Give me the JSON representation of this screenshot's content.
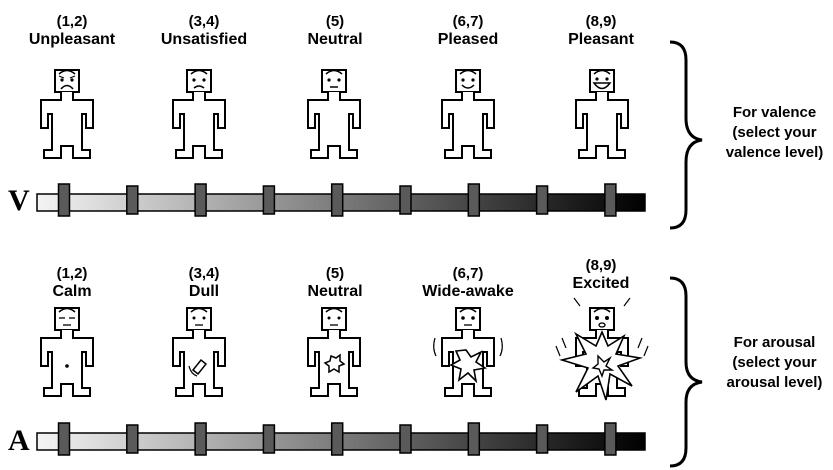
{
  "valence": {
    "scale_letter": "V",
    "side_label": [
      "For valence",
      "(select your",
      "valence level)"
    ],
    "items": [
      {
        "level": "(1,2)",
        "name": "Unpleasant",
        "face": "frown"
      },
      {
        "level": "(3,4)",
        "name": "Unsatisfied",
        "face": "slight-frown"
      },
      {
        "level": "(5)",
        "name": "Neutral",
        "face": "neutral"
      },
      {
        "level": "(6,7)",
        "name": "Pleased",
        "face": "smile"
      },
      {
        "level": "(8,9)",
        "name": "Pleasant",
        "face": "big-smile"
      }
    ],
    "slider_positions": 9
  },
  "arousal": {
    "scale_letter": "A",
    "side_label": [
      "For arousal",
      "(select your",
      "arousal level)"
    ],
    "items": [
      {
        "level": "(1,2)",
        "name": "Calm",
        "face": "sleepy"
      },
      {
        "level": "(3,4)",
        "name": "Dull",
        "face": "neutral"
      },
      {
        "level": "(5)",
        "name": "Neutral",
        "face": "neutral"
      },
      {
        "level": "(6,7)",
        "name": "Wide-awake",
        "face": "alert"
      },
      {
        "level": "(8,9)",
        "name": "Excited",
        "face": "excited"
      }
    ],
    "slider_positions": 9
  },
  "colors": {
    "bar_start": "#f4f4f4",
    "bar_end": "#000000",
    "marker": "#5a5a5a"
  }
}
